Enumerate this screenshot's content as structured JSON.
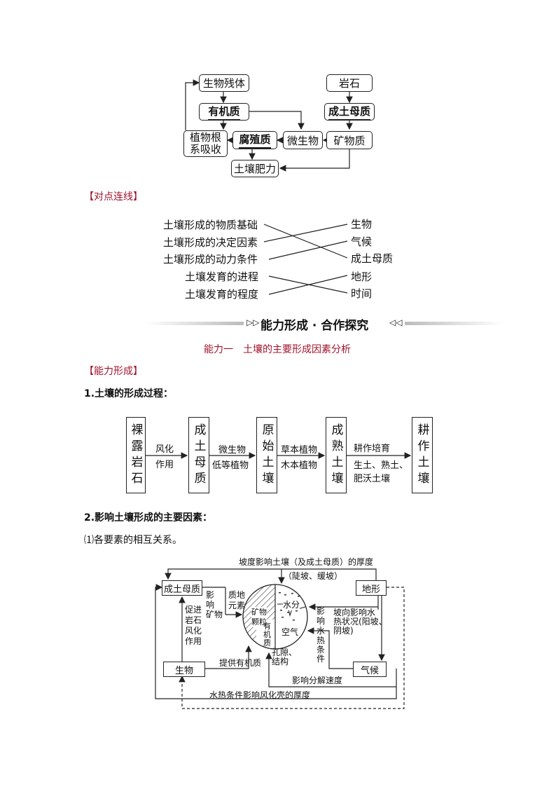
{
  "fig1": {
    "bioremains": "生物残体",
    "rock": "岩石",
    "organic": "有机质",
    "parent": "成土母质",
    "roots_1": "植物根",
    "roots_2": "系吸收",
    "humus": "腐殖质",
    "microbe": "微生物",
    "mineral": "矿物质",
    "fertility": "土壤肥力"
  },
  "match": {
    "section": "【对点连线】",
    "left": [
      "土壤形成的物质基础",
      "土壤形成的决定因素",
      "土壤形成的动力条件",
      "土壤发育的进程",
      "土壤发育的程度"
    ],
    "right": [
      "生物",
      "气候",
      "成土母质",
      "地形",
      "时间"
    ]
  },
  "banner": {
    "title": "能力形成 · 合作探究"
  },
  "ability": {
    "heading": "能力一　土壤的主要形成因素分析",
    "section": "【能力形成】",
    "item1": "1.土壤的形成过程：",
    "item2": "2.影响土壤形成的主要因素：",
    "sub1": "⑴各要素的相互关系。"
  },
  "process": {
    "stages": [
      "裸露岩石",
      "成土母质",
      "原始土壤",
      "成熟土壤",
      "耕作土壤"
    ],
    "arrows": [
      [
        "风化",
        "作用"
      ],
      [
        "微生物",
        "低等植物"
      ],
      [
        "草本植物",
        "木本植物"
      ],
      [
        "耕作培育",
        "生土、熟土、",
        "肥沃土壤"
      ]
    ]
  },
  "factors": {
    "slope_top": "坡度影响土壤（及成土母质）的厚度",
    "slope_types": "（陡坡、缓坡）",
    "parent": "成土母质",
    "terrain": "地形",
    "organism": "生物",
    "climate": "气候",
    "affect_mineral": [
      "影",
      "响",
      "矿物"
    ],
    "material_element": [
      "质地",
      "元素"
    ],
    "mineral_particle": [
      "矿物",
      "颗粒"
    ],
    "water": "水分",
    "air": "空气",
    "organic": [
      "有",
      "机",
      "质"
    ],
    "pore": [
      "孔隙、",
      "结构"
    ],
    "affect_water": [
      "影",
      "响",
      "水"
    ],
    "heat_cond": [
      "热",
      "条",
      "件"
    ],
    "slope_heat": [
      "坡向影响水",
      "热状况(阳坡、",
      "阴坡)"
    ],
    "promote": [
      "促进",
      "岩石",
      "风化",
      "作用"
    ],
    "provide_organic": "提供有机质",
    "decomp_speed": "影响分解速度",
    "weather_crust": "水热条件影响风化壳的厚度"
  }
}
